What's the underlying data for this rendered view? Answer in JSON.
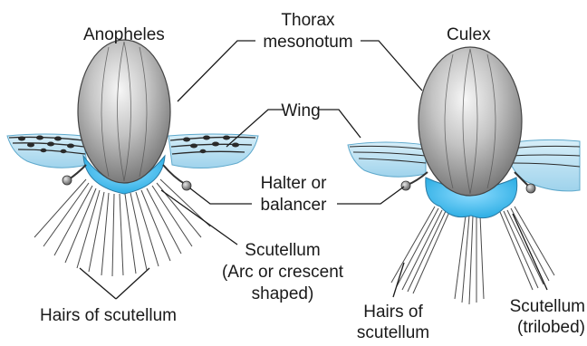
{
  "labels": {
    "anopheles": "Anopheles",
    "culex": "Culex",
    "thorax_line1": "Thorax",
    "thorax_line2": "mesonotum",
    "wing": "Wing",
    "halter_line1": "Halter or",
    "halter_line2": "balancer",
    "scutellum_left_line1": "Scutellum",
    "scutellum_left_line2": "(Arc or crescent",
    "scutellum_left_line3": "shaped)",
    "hairs_left": "Hairs of scutellum",
    "hairs_right_line1": "Hairs of",
    "hairs_right_line2": "scutellum",
    "scutellum_right_line1": "Scutellum",
    "scutellum_right_line2": "(trilobed)"
  },
  "colors": {
    "body_light": "#f2f2f2",
    "body_mid": "#a8a8a8",
    "body_dark": "#6e6e6e",
    "scutellum_blue": "#2fb4e8",
    "wing_blue": "#bfe3f3",
    "outline": "#333333"
  }
}
